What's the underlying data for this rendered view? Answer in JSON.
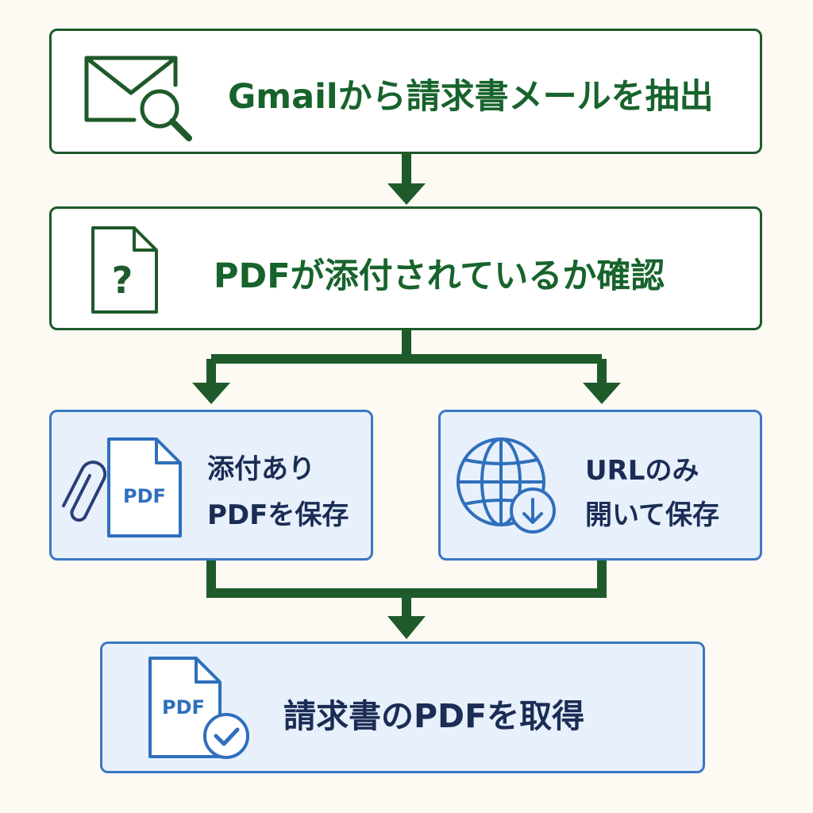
{
  "flow": {
    "step1": {
      "label": "Gmailから請求書メールを抽出",
      "icon": "mail-search-icon"
    },
    "step2": {
      "label": "PDFが添付されているか確認",
      "icon": "document-question-icon"
    },
    "branch_left": {
      "line1": "添付あり",
      "line2": "PDFを保存",
      "icon": "paperclip-pdf-icon",
      "icon_text": "PDF"
    },
    "branch_right": {
      "line1": "URLのみ",
      "line2": "開いて保存",
      "icon": "globe-download-icon"
    },
    "result": {
      "label": "請求書のPDFを取得",
      "icon": "pdf-check-icon",
      "icon_text": "PDF"
    }
  },
  "colors": {
    "background": "#fcfaf3",
    "green_border": "#1e5a2a",
    "green_text": "#17632c",
    "blue_border": "#3a78c2",
    "blue_fill": "#e7f0fb",
    "navy_text": "#1b2d55",
    "arrow": "#1e5a2a"
  }
}
